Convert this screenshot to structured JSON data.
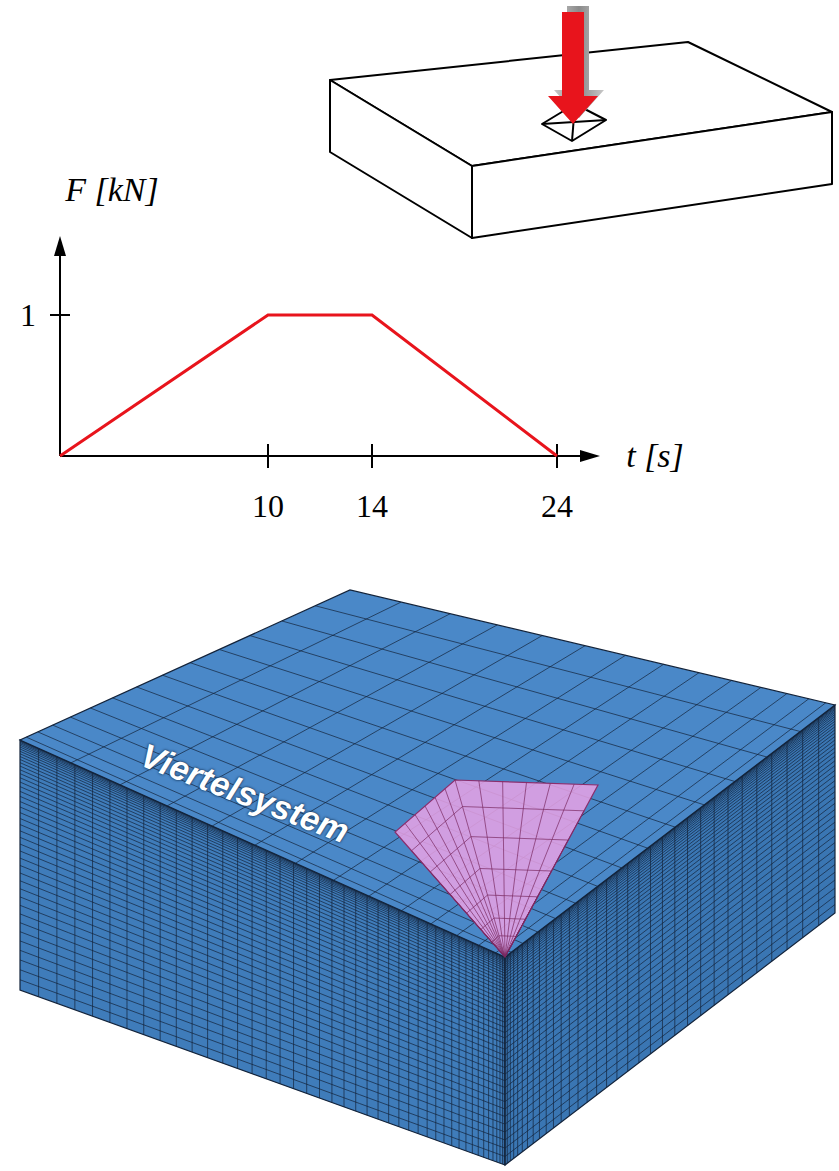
{
  "diagram": {
    "labels": [
      "F [kN]",
      "1",
      "10",
      "14",
      "24",
      "t [s]",
      "Viertelsystem"
    ]
  }
}
